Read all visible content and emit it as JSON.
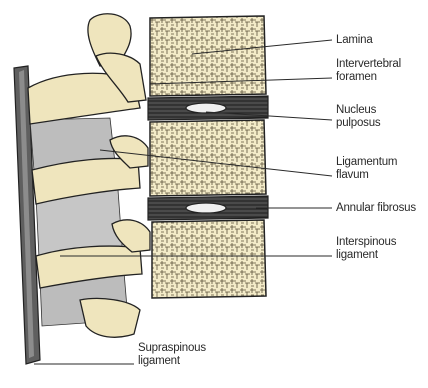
{
  "labels": {
    "lamina": "Lamina",
    "intervertebral_foramen": "Intervertebral\nforamen",
    "nucleus_pulposus": "Nucleus\npulposus",
    "ligamentum_flavum": "Ligamentum\nflavum",
    "annular_fibrosus": "Annular fibrosus",
    "interspinous_ligament": "Interspinous\nligament",
    "supraspinous_ligament": "Supraspinous\nligament"
  },
  "colors": {
    "bone": "#f1e8c4",
    "bone_shade": "#c9bb8c",
    "ligament": "#b9b9b9",
    "ligament_dark": "#6f6f6f",
    "outline": "#222222",
    "disc": "#3a3a3a"
  }
}
